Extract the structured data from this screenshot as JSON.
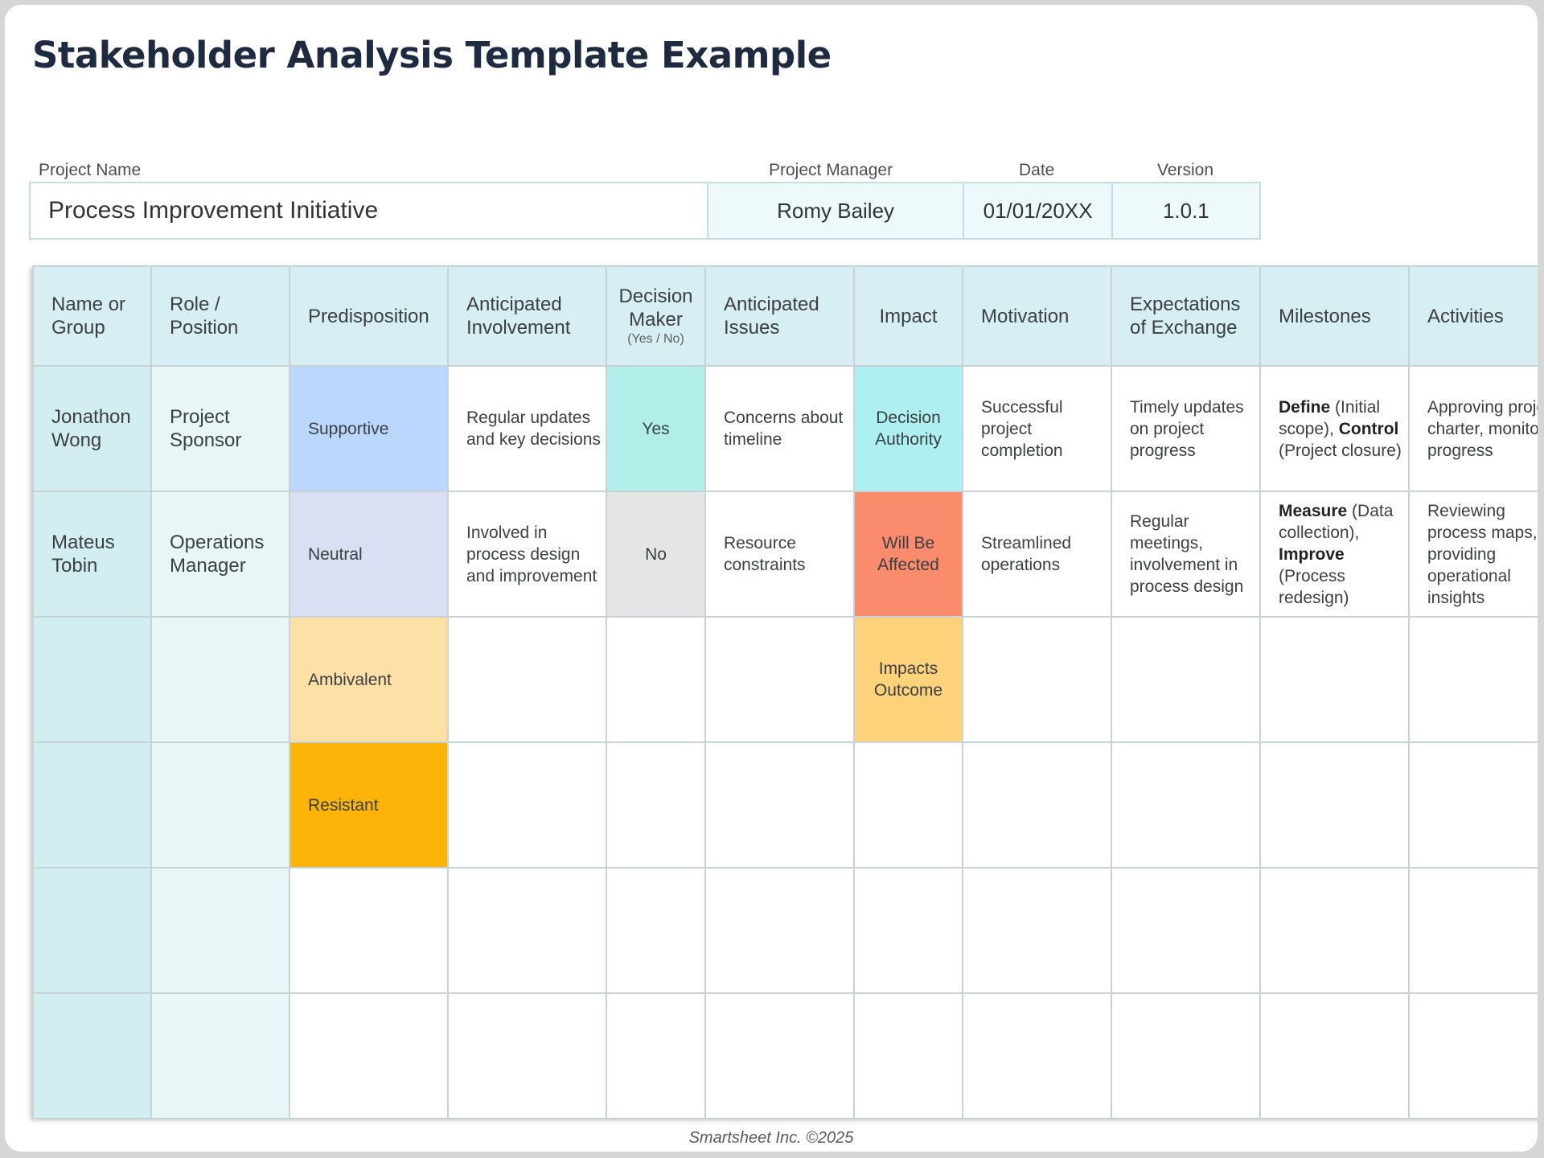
{
  "title": "Stakeholder Analysis Template Example",
  "project_info": {
    "labels": {
      "project_name": "Project Name",
      "project_manager": "Project Manager",
      "date": "Date",
      "version": "Version"
    },
    "values": {
      "project_name": "Process Improvement Initiative",
      "project_manager": "Romy Bailey",
      "date": "01/01/20XX",
      "version": "1.0.1"
    }
  },
  "table": {
    "headers": {
      "name": "Name or Group",
      "role": "Role / Position",
      "predisposition": "Predisposition",
      "involvement": "Anticipated Involvement",
      "decision_maker": "Decision Maker",
      "decision_maker_sub": "(Yes / No)",
      "issues": "Anticipated Issues",
      "impact": "Impact",
      "motivation": "Motivation",
      "expectations": "Expectations of Exchange",
      "milestones": "Milestones",
      "activities": "Activities"
    },
    "rows": [
      {
        "name": "Jonathon Wong",
        "role": "Project Sponsor",
        "predisposition": "Supportive",
        "involvement": "Regular updates and key decisions",
        "decision_maker": "Yes",
        "issues": "Concerns about timeline",
        "impact": "Decision Authority",
        "motivation": "Successful project completion",
        "expectations": "Timely updates on project progress",
        "milestones": {
          "b1": "Define",
          "t1": " (Initial scope), ",
          "b2": "Control",
          "t2": " (Project closure)"
        },
        "activities": "Approving project charter, monitoring progress"
      },
      {
        "name": "Mateus Tobin",
        "role": "Operations Manager",
        "predisposition": "Neutral",
        "involvement": "Involved in process design and improvement",
        "decision_maker": "No",
        "issues": "Resource constraints",
        "impact": "Will Be Affected",
        "motivation": "Streamlined operations",
        "expectations": "Regular meetings, involvement in process design",
        "milestones": {
          "b1": "Measure",
          "t1": " (Data collection), ",
          "b2": "Improve",
          "t2": " (Process redesign)"
        },
        "activities": "Reviewing process maps, providing operational insights"
      },
      {
        "predisposition": "Ambivalent",
        "impact": "Impacts Outcome"
      },
      {
        "predisposition": "Resistant"
      }
    ]
  },
  "colors": {
    "supportive": "#bcd7fd",
    "neutral": "#d8e0f1",
    "ambivalent": "#fde0a6",
    "resistant": "#fbb407",
    "decision_yes": "#b2eee9",
    "decision_no": "#e5e5e5",
    "impact_authority": "#aeeff1",
    "impact_affected": "#fa8b6c",
    "impact_outcome": "#fdd27a"
  },
  "footer": "Smartsheet Inc. ©2025"
}
